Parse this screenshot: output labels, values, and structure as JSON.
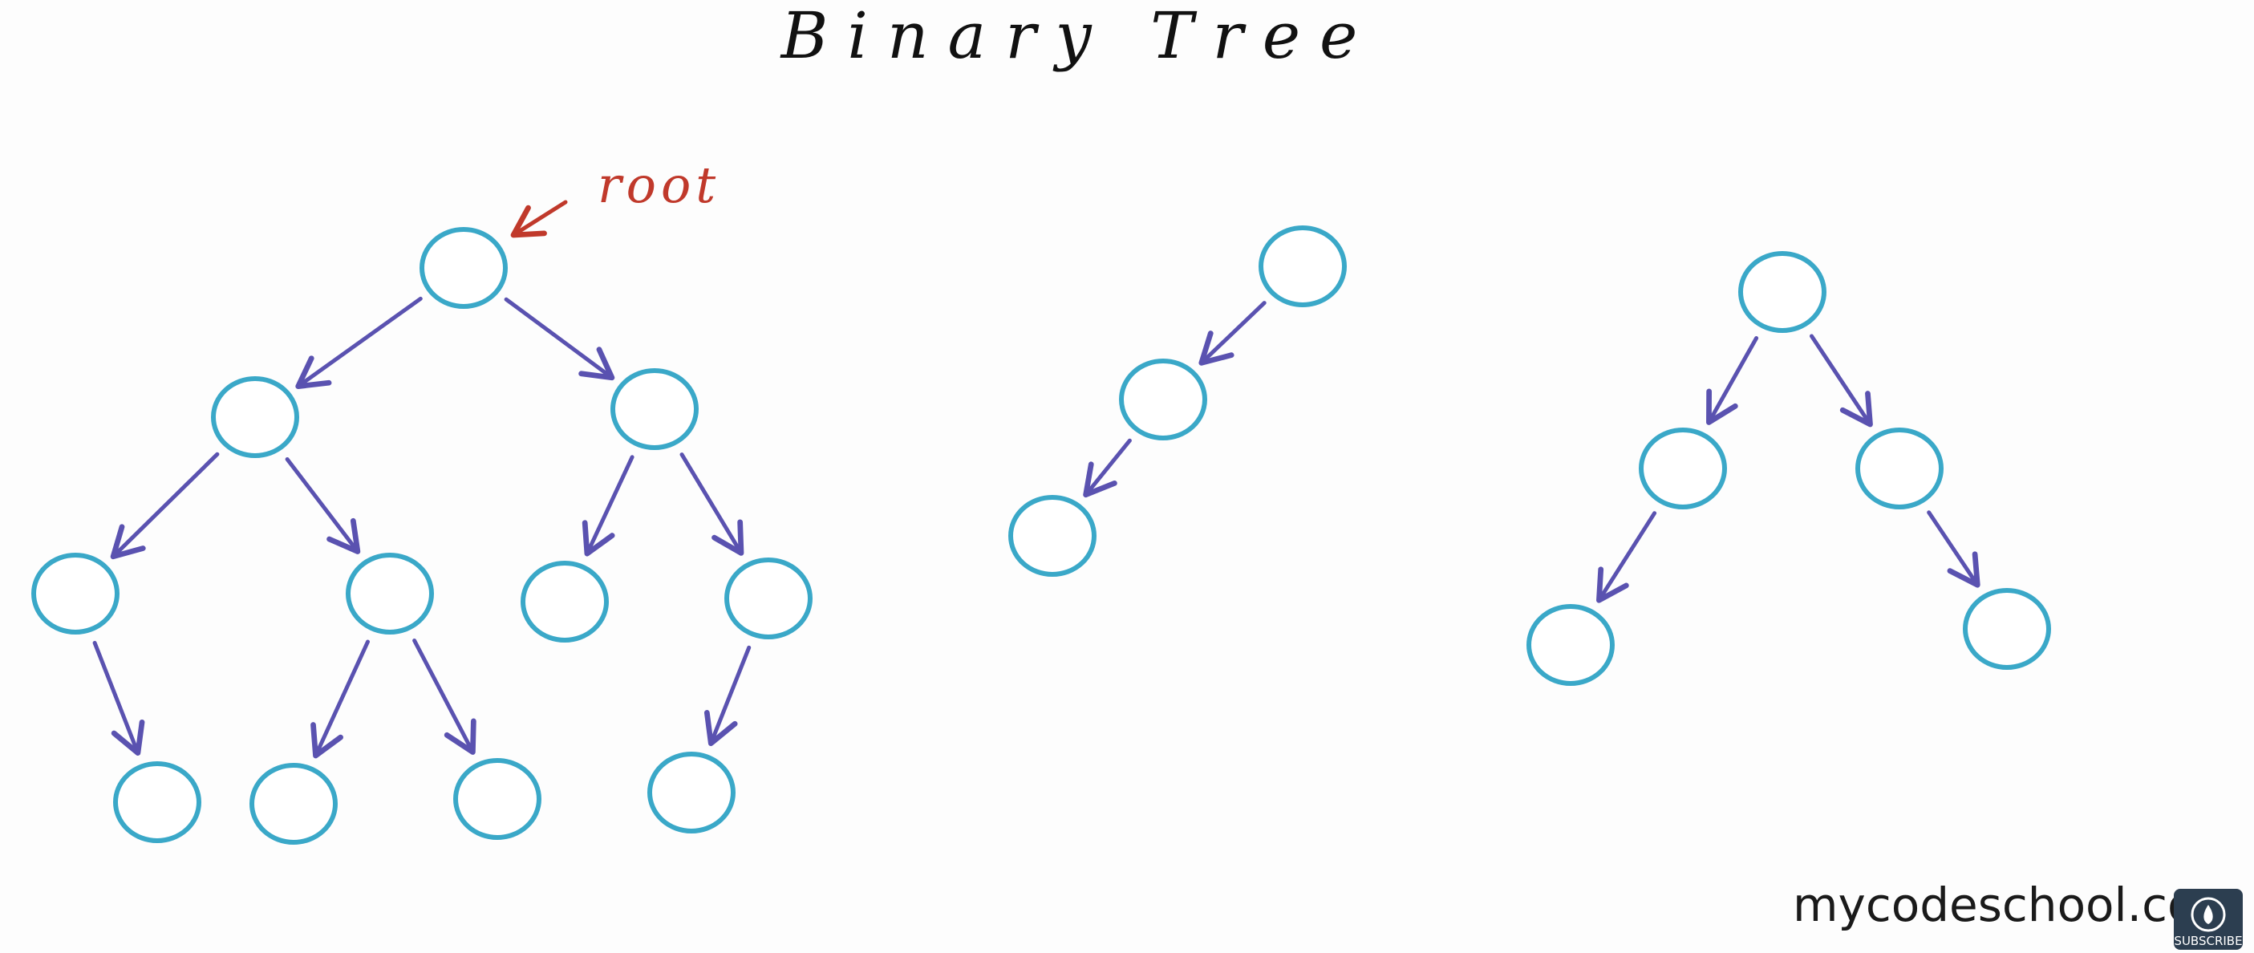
{
  "title": "Binary Tree",
  "root_label": "root",
  "watermark": "mycodeschool.com",
  "badge": {
    "label": "SUBSCRIBE",
    "icon": "flame-icon"
  },
  "colors": {
    "node": "#3aa8c8",
    "edge": "#5a52b0",
    "root_annotation": "#c0392b",
    "badge_bg": "#2c3e50"
  },
  "trees": [
    {
      "name": "complete-tree",
      "nodes": [
        "n0",
        "n1",
        "n2",
        "n3",
        "n4",
        "n5",
        "n6",
        "n7",
        "n8",
        "n9",
        "n10"
      ],
      "edges": [
        [
          "n0",
          "n1"
        ],
        [
          "n0",
          "n2"
        ],
        [
          "n1",
          "n3"
        ],
        [
          "n1",
          "n4"
        ],
        [
          "n2",
          "n5"
        ],
        [
          "n2",
          "n6"
        ],
        [
          "n3",
          "n7"
        ],
        [
          "n4",
          "n8"
        ],
        [
          "n4",
          "n9"
        ],
        [
          "n6",
          "n10"
        ]
      ]
    },
    {
      "name": "skewed-tree",
      "nodes": [
        "m0",
        "m1",
        "m2"
      ],
      "edges": [
        [
          "m0",
          "m1"
        ],
        [
          "m1",
          "m2"
        ]
      ]
    },
    {
      "name": "balanced-tree",
      "nodes": [
        "k0",
        "k1",
        "k2",
        "k3",
        "k4"
      ],
      "edges": [
        [
          "k0",
          "k1"
        ],
        [
          "k0",
          "k2"
        ],
        [
          "k1",
          "k3"
        ],
        [
          "k2",
          "k4"
        ]
      ]
    }
  ]
}
